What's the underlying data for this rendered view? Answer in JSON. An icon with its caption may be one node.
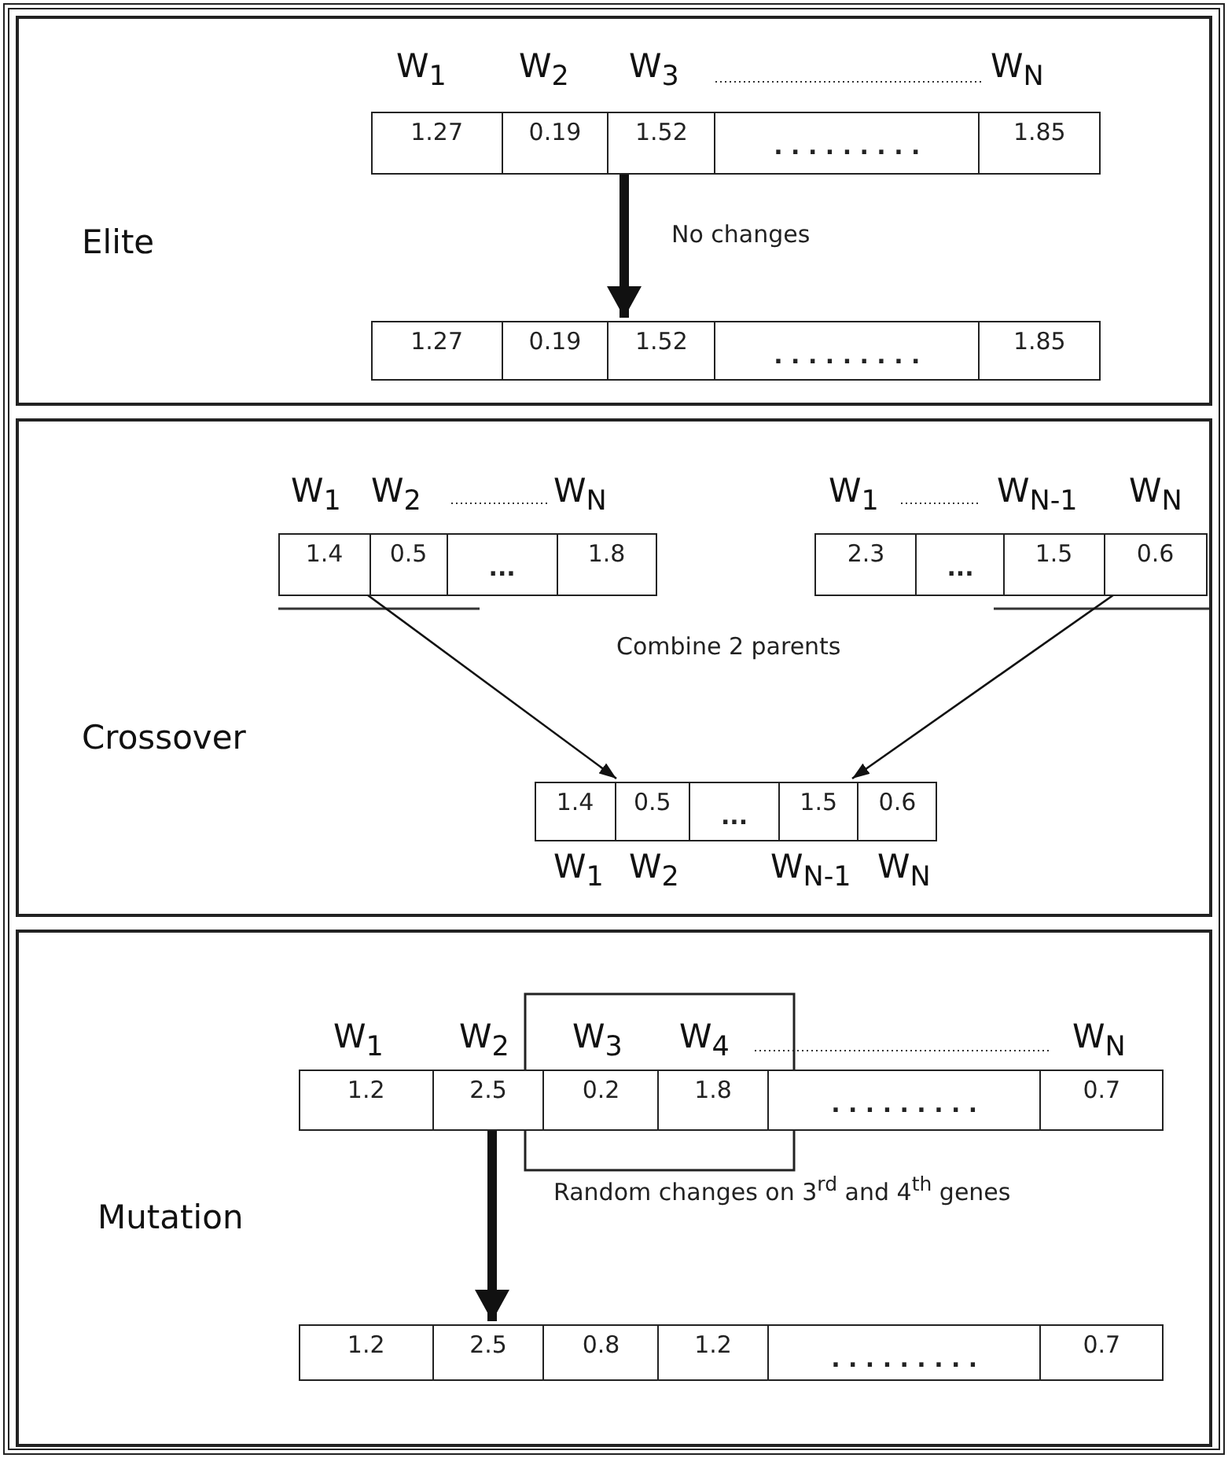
{
  "diagram": {
    "nodes": [
      {
        "text": [
          "Elite"
        ]
      },
      {
        "text": [
          "1.27",
          "0.19",
          "1.52",
          ". . . . . . . . .",
          "1.85"
        ],
        "in": 0,
        "beside": [
          "W$_{1}$",
          "W$_{2}$",
          "W$_{3}$",
          "W$_{N}$"
        ]
      },
      {
        "text": [
          "1.27",
          "0.19",
          "1.52",
          ". . . . . . . . .",
          "1.85"
        ],
        "in": 0
      },
      {
        "text": [
          "Crossover"
        ]
      },
      {
        "text": [
          "1.4",
          "0.5",
          "...",
          "1.8"
        ],
        "in": 3,
        "beside": [
          "W$_{1}$",
          "W$_{2}$",
          "W$_{N}$"
        ]
      },
      {
        "text": [
          "2.3",
          "...",
          "1.5",
          "0.6"
        ],
        "in": 3,
        "beside": [
          "W$_{1}$",
          "W$_{N-1}$",
          "W$_{N}$"
        ]
      },
      {
        "text": [
          "1.4",
          "0.5",
          "...",
          "1.5",
          "0.6"
        ],
        "in": 3,
        "beside": [
          "W$_{1}$",
          "W$_{2}$",
          "W$_{N-1}$",
          "W$_{N}$"
        ]
      },
      {
        "text": [
          "Mutation"
        ]
      },
      {
        "text": [
          "1.2",
          "2.5",
          "0.2",
          "1.8",
          ". . . . . . . . .",
          "0.7"
        ],
        "in": 7,
        "beside": [
          "W$_{1}$",
          "W$_{2}$",
          "W$_{3}$",
          "W$_{4}$",
          "W$_{N}$"
        ]
      },
      {
        "text": [
          "1.2",
          "2.5",
          "0.8",
          "1.2",
          ". . . . . . . . .",
          "0.7"
        ],
        "in": 7
      }
    ],
    "edges": [
      {
        "from": 1,
        "to": 2,
        "arrow": "to",
        "label": "No changes",
        "style": "thick"
      },
      {
        "from": 4,
        "to": 6,
        "arrow": "to"
      },
      {
        "from": 5,
        "to": 6,
        "arrow": "to"
      },
      {
        "from": 8,
        "to": 9,
        "arrow": "to",
        "label": "Random changes on 3$^{rd}$ and 4$^{th}$ genes",
        "style": "thick"
      }
    ],
    "labels": [
      "Combine 2 parents"
    ]
  }
}
